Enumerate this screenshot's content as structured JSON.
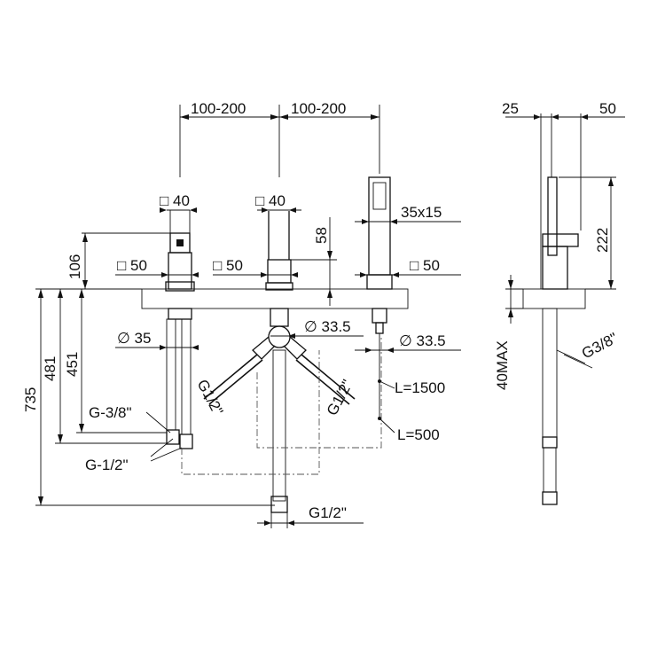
{
  "labels": {
    "spacing_left": "100-200",
    "spacing_right": "100-200",
    "side_25": "25",
    "side_50": "50",
    "sq40_left": "□ 40",
    "sq40_mid": "□ 40",
    "sq50_left": "□ 50",
    "sq50_mid": "□ 50",
    "sq50_right": "□ 50",
    "hand_shower": "35x15",
    "dim_58": "58",
    "dim_106": "106",
    "dim_222": "222",
    "dia_35": "∅ 35",
    "dia_33_5_mid": "∅ 33.5",
    "dia_33_5_right": "∅ 33.5",
    "dim_735": "735",
    "dim_481": "481",
    "dim_451": "451",
    "g38_left": "G-3/8\"",
    "g12_left": "G-1/2\"",
    "g12_diag_left": "G1/2\"",
    "g12_diag_right": "G1/2\"",
    "g12_bottom": "G1/2\"",
    "l1500": "L=1500",
    "l500": "L=500",
    "max40": "40MAX",
    "g38_side": "G3/8\""
  }
}
